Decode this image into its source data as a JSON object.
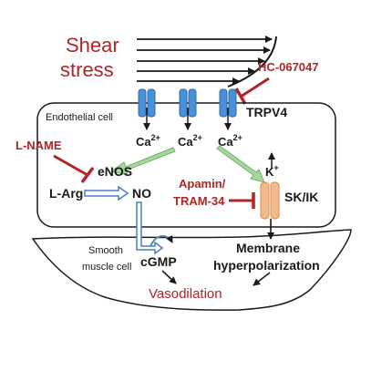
{
  "colors": {
    "inhibitor_red": "#b32424",
    "channel_blue": "#4a90d9",
    "skik_orange": "#f2b98a",
    "green_arrow": "#a8d5a0",
    "blue_arrow": "#7faadb",
    "outline": "#1a1a1a"
  },
  "labels": {
    "shear_line1": "Shear",
    "shear_line2": "stress",
    "hc067047": "HC-067047",
    "trpv4": "TRPV4",
    "endothelial_cell": "Endothelial cell",
    "ca": "Ca",
    "ca_sup": "2+",
    "lname": "L-NAME",
    "enos": "eNOS",
    "larg": "L-Arg",
    "no": "NO",
    "k": "K",
    "k_sup": "+",
    "apamin_line1": "Apamin/",
    "apamin_line2": "TRAM-34",
    "skik": "SK/IK",
    "smooth_line1": "Smooth",
    "smooth_line2": "muscle cell",
    "cgmp": "cGMP",
    "membrane_line1": "Membrane",
    "membrane_line2": "hyperpolarization",
    "vasodilation": "Vasodilation"
  }
}
